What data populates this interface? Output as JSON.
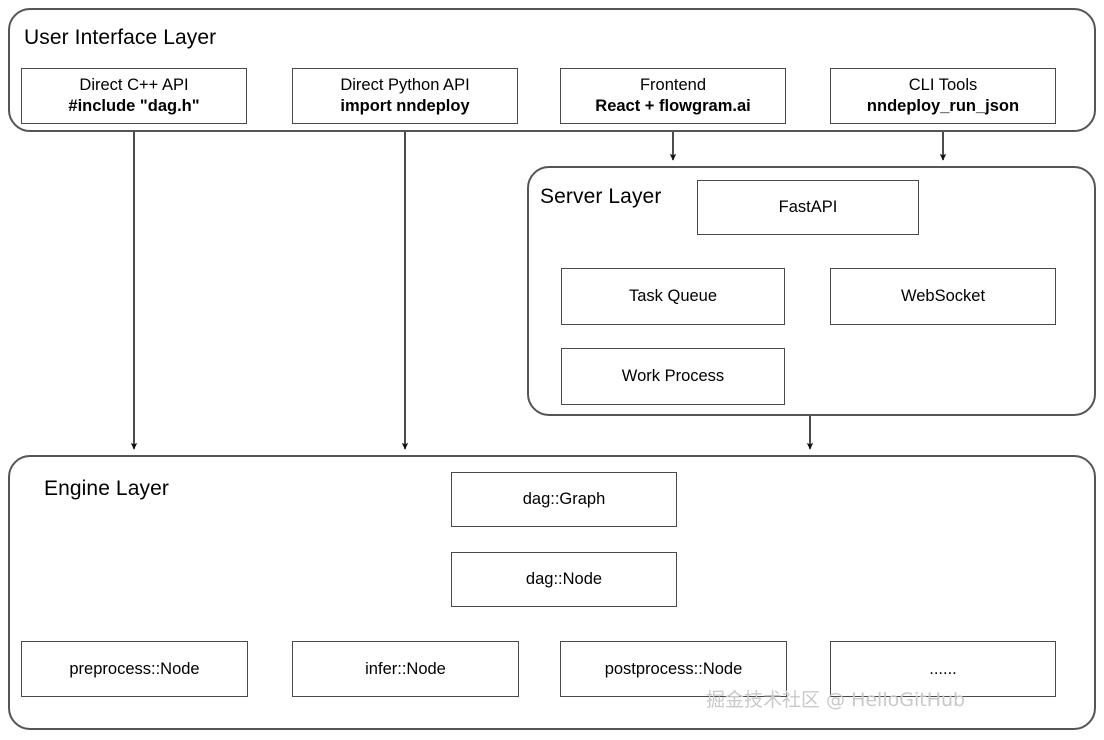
{
  "diagram": {
    "title": "nndeploy architecture layers",
    "background": "#ffffff",
    "border_color": "#555555",
    "box_border_color": "#4a4a4a",
    "text_color": "#000000",
    "watermark_color": "#c9c9c9"
  },
  "layers": {
    "user_interface": {
      "title": "User Interface Layer",
      "boxes": [
        {
          "line1": "Direct C++ API",
          "line2": "#include \"dag.h\""
        },
        {
          "line1": "Direct Python API",
          "line2": "import nndeploy"
        },
        {
          "line1": "Frontend",
          "line2": "React + flowgram.ai"
        },
        {
          "line1": "CLI Tools",
          "line2": "nndeploy_run_json"
        }
      ]
    },
    "server": {
      "title": "Server Layer",
      "boxes": [
        {
          "line1": "FastAPI"
        },
        {
          "line1": "Task Queue"
        },
        {
          "line1": "WebSocket"
        },
        {
          "line1": "Work Process"
        }
      ]
    },
    "engine": {
      "title": "Engine Layer",
      "boxes": [
        {
          "line1": "dag::Graph"
        },
        {
          "line1": "dag::Node"
        },
        {
          "line1": "preprocess::Node"
        },
        {
          "line1": "infer::Node"
        },
        {
          "line1": "postprocess::Node"
        },
        {
          "line1": "......"
        }
      ]
    }
  },
  "watermark": {
    "text": "掘金技术社区 @ HelloGitHub"
  }
}
